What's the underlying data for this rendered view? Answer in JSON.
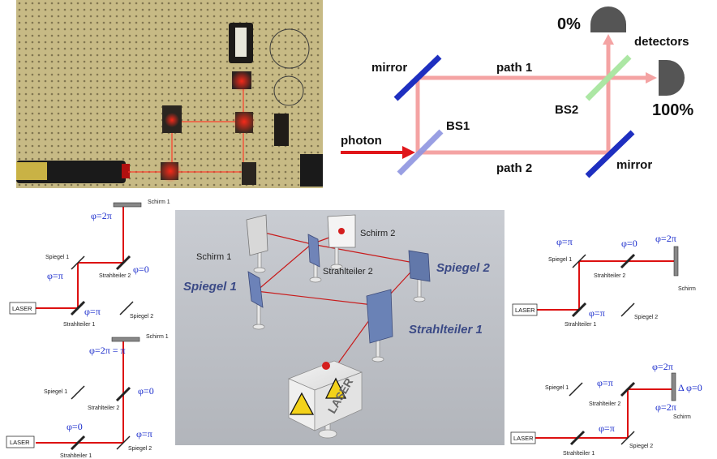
{
  "interferometer": {
    "label_mirror_top": "mirror",
    "label_mirror_bottom": "mirror",
    "label_path1": "path 1",
    "label_path2": "path 2",
    "label_photon": "photon",
    "label_bs1": "BS1",
    "label_bs2": "BS2",
    "label_detectors": "detectors",
    "label_det_top": "0%",
    "label_det_right": "100%",
    "colors": {
      "beam": "#f4a3a3",
      "mirror": "#1e2fc0",
      "bs1": "#8f95e0",
      "bs2": "#a8e6a0",
      "photon": "#e0161a",
      "detector": "#555555"
    }
  },
  "scene3d": {
    "schirm1": "Schirm 1",
    "schirm2": "Schirm 2",
    "spiegel1": "Spiegel 1",
    "spiegel2": "Spiegel 2",
    "strahlteiler1": "Strahlteiler 1",
    "strahlteiler2": "Strahlteiler 2",
    "laser": "LASER"
  },
  "sketch_tl": {
    "schirm": "Schirm 1",
    "spiegel1": "Spiegel 1",
    "spiegel2": "Spiegel 2",
    "st1": "Strahlteiler 1",
    "st2": "Strahlteiler 2",
    "laser": "LASER",
    "phi_2pi": "φ=2π",
    "phi_0": "φ=0",
    "phi_pi_left": "φ=π",
    "phi_pi_bottom": "φ=π"
  },
  "sketch_bl": {
    "schirm": "Schirm 1",
    "spiegel1": "Spiegel 1",
    "spiegel2": "Spiegel 2",
    "st1": "Strahlteiler 1",
    "st2": "Strahlteiler 2",
    "laser": "LASER",
    "phi_2pi_pi": "φ=2π = π",
    "phi_0_mid": "φ=0",
    "phi_0_bottom": "φ=0",
    "phi_pi": "φ=π"
  },
  "sketch_tr": {
    "schirm": "Schirm",
    "spiegel1": "Spiegel 1",
    "spiegel2": "Spiegel 2",
    "st1": "Strahlteiler 1",
    "st2": "Strahlteiler 2",
    "laser": "LASER",
    "phi_pi_top": "φ=π",
    "phi_0": "φ=0",
    "phi_2pi": "φ=2π",
    "phi_pi_bottom": "φ=π"
  },
  "sketch_br": {
    "schirm": "Schirm",
    "spiegel1": "Spiegel 1",
    "spiegel2": "Spiegel 2",
    "st1": "Strahlteiler 1",
    "st2": "Strahlteiler 2",
    "laser": "LASER",
    "phi_2pi_top": "φ=2π",
    "phi_pi_left": "φ=π",
    "phi_delta": "Δ φ=0",
    "phi_2pi_bottom": "φ=2π",
    "phi_pi_bottom": "φ=π"
  }
}
